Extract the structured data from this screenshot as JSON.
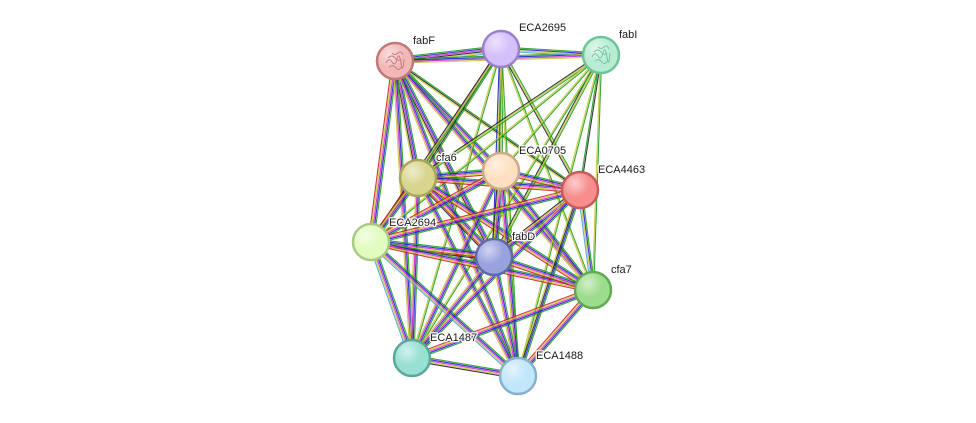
{
  "network": {
    "nodes": [
      {
        "id": "fabF",
        "label": "fabF",
        "fill": "#f2b8b8",
        "stroke": "#c07878",
        "has_structure": true
      },
      {
        "id": "ECA2695",
        "label": "ECA2695",
        "fill": "#d4c0fa",
        "stroke": "#9a80cc",
        "has_structure": false
      },
      {
        "id": "fabI",
        "label": "fabI",
        "fill": "#b9ecd4",
        "stroke": "#6cc49a",
        "has_structure": true
      },
      {
        "id": "cfa6",
        "label": "cfa6",
        "fill": "#d8d68e",
        "stroke": "#a8a45a",
        "has_structure": false
      },
      {
        "id": "ECA0705",
        "label": "ECA0705",
        "fill": "#fde0c2",
        "stroke": "#ceaa86",
        "has_structure": false
      },
      {
        "id": "ECA4463",
        "label": "ECA4463",
        "fill": "#f78e8e",
        "stroke": "#c85a5a",
        "has_structure": false
      },
      {
        "id": "ECA2694",
        "label": "ECA2694",
        "fill": "#e2fcc0",
        "stroke": "#a8ca86",
        "has_structure": false
      },
      {
        "id": "fabD",
        "label": "fabD",
        "fill": "#9aa2de",
        "stroke": "#6068aa",
        "has_structure": false
      },
      {
        "id": "cfa7",
        "label": "cfa7",
        "fill": "#9ddc8c",
        "stroke": "#62a852",
        "has_structure": false
      },
      {
        "id": "ECA1487",
        "label": "ECA1487",
        "fill": "#98e0d2",
        "stroke": "#5aa898",
        "has_structure": false
      },
      {
        "id": "ECA1488",
        "label": "ECA1488",
        "fill": "#c2e6fa",
        "stroke": "#86b0ce",
        "has_structure": false
      }
    ],
    "edges": [
      {
        "source": "fabF",
        "target": "ECA2695",
        "colors": [
          "#1f9c1f",
          "#1d1dcc",
          "#cc2bcc",
          "#222222",
          "#c8c83a",
          "#4aa0e0"
        ]
      },
      {
        "source": "fabF",
        "target": "fabI",
        "colors": [
          "#1f9c1f",
          "#1d1dcc",
          "#cc2bcc",
          "#c8c83a"
        ]
      },
      {
        "source": "fabF",
        "target": "cfa6",
        "colors": [
          "#1f9c1f",
          "#1d1dcc",
          "#cc2bcc",
          "#222222",
          "#c8c83a"
        ]
      },
      {
        "source": "fabF",
        "target": "ECA0705",
        "colors": [
          "#1f9c1f",
          "#1d1dcc",
          "#cc2bcc",
          "#c8c83a"
        ]
      },
      {
        "source": "fabF",
        "target": "ECA4463",
        "colors": [
          "#1f9c1f",
          "#222222",
          "#c8c83a"
        ]
      },
      {
        "source": "fabF",
        "target": "ECA2694",
        "colors": [
          "#1f9c1f",
          "#1d1dcc",
          "#cc2bcc",
          "#c8c83a",
          "#cc2222"
        ]
      },
      {
        "source": "fabF",
        "target": "fabD",
        "colors": [
          "#1f9c1f",
          "#1d1dcc",
          "#cc2bcc",
          "#222222",
          "#c8c83a"
        ]
      },
      {
        "source": "fabF",
        "target": "cfa7",
        "colors": [
          "#1f9c1f",
          "#1d1dcc",
          "#cc2bcc",
          "#c8c83a"
        ]
      },
      {
        "source": "fabF",
        "target": "ECA1487",
        "colors": [
          "#1f9c1f",
          "#1d1dcc",
          "#cc2bcc",
          "#c8c83a"
        ]
      },
      {
        "source": "fabF",
        "target": "ECA1488",
        "colors": [
          "#1f9c1f",
          "#1d1dcc",
          "#cc2bcc",
          "#c8c83a"
        ]
      },
      {
        "source": "ECA2695",
        "target": "fabI",
        "colors": [
          "#1f9c1f",
          "#1d1dcc",
          "#c8c83a",
          "#4aa0e0"
        ]
      },
      {
        "source": "ECA2695",
        "target": "cfa6",
        "colors": [
          "#1f9c1f",
          "#222222",
          "#c8c83a",
          "#cc2bcc"
        ]
      },
      {
        "source": "ECA2695",
        "target": "ECA0705",
        "colors": [
          "#1f9c1f",
          "#c8c83a",
          "#1d1dcc"
        ]
      },
      {
        "source": "ECA2695",
        "target": "ECA4463",
        "colors": [
          "#1f9c1f",
          "#c8c83a",
          "#222222"
        ]
      },
      {
        "source": "ECA2695",
        "target": "ECA2694",
        "colors": [
          "#1f9c1f",
          "#c8c83a",
          "#222222"
        ]
      },
      {
        "source": "ECA2695",
        "target": "fabD",
        "colors": [
          "#1f9c1f",
          "#c8c83a",
          "#1d1dcc"
        ]
      },
      {
        "source": "ECA2695",
        "target": "cfa7",
        "colors": [
          "#1f9c1f",
          "#c8c83a"
        ]
      },
      {
        "source": "ECA2695",
        "target": "ECA1487",
        "colors": [
          "#1f9c1f",
          "#c8c83a"
        ]
      },
      {
        "source": "ECA2695",
        "target": "ECA1488",
        "colors": [
          "#1f9c1f",
          "#c8c83a"
        ]
      },
      {
        "source": "fabI",
        "target": "cfa6",
        "colors": [
          "#1f9c1f",
          "#c8c83a",
          "#222222"
        ]
      },
      {
        "source": "fabI",
        "target": "ECA0705",
        "colors": [
          "#1f9c1f",
          "#c8c83a"
        ]
      },
      {
        "source": "fabI",
        "target": "ECA4463",
        "colors": [
          "#222222",
          "#1f9c1f"
        ]
      },
      {
        "source": "fabI",
        "target": "ECA2694",
        "colors": [
          "#1f9c1f",
          "#c8c83a"
        ]
      },
      {
        "source": "fabI",
        "target": "fabD",
        "colors": [
          "#1f9c1f",
          "#c8c83a",
          "#222222"
        ]
      },
      {
        "source": "fabI",
        "target": "cfa7",
        "colors": [
          "#1f9c1f",
          "#c8c83a"
        ]
      },
      {
        "source": "fabI",
        "target": "ECA1487",
        "colors": [
          "#1f9c1f",
          "#c8c83a"
        ]
      },
      {
        "source": "fabI",
        "target": "ECA1488",
        "colors": [
          "#1f9c1f",
          "#c8c83a"
        ]
      },
      {
        "source": "cfa6",
        "target": "ECA0705",
        "colors": [
          "#1f9c1f",
          "#1d1dcc",
          "#cc2bcc",
          "#c8c83a",
          "#cc2222"
        ]
      },
      {
        "source": "cfa6",
        "target": "ECA4463",
        "colors": [
          "#1f9c1f",
          "#1d1dcc",
          "#cc2bcc",
          "#c8c83a",
          "#cc2222"
        ]
      },
      {
        "source": "cfa6",
        "target": "ECA2694",
        "colors": [
          "#1f9c1f",
          "#1d1dcc",
          "#cc2bcc",
          "#c8c83a",
          "#cc2222"
        ]
      },
      {
        "source": "cfa6",
        "target": "fabD",
        "colors": [
          "#1f9c1f",
          "#1d1dcc",
          "#cc2bcc",
          "#c8c83a",
          "#cc2222",
          "#222222"
        ]
      },
      {
        "source": "cfa6",
        "target": "cfa7",
        "colors": [
          "#1f9c1f",
          "#1d1dcc",
          "#cc2bcc",
          "#c8c83a",
          "#cc2222"
        ]
      },
      {
        "source": "cfa6",
        "target": "ECA1487",
        "colors": [
          "#1f9c1f",
          "#1d1dcc",
          "#cc2bcc",
          "#c8c83a"
        ]
      },
      {
        "source": "cfa6",
        "target": "ECA1488",
        "colors": [
          "#1f9c1f",
          "#1d1dcc",
          "#cc2bcc",
          "#c8c83a"
        ]
      },
      {
        "source": "ECA0705",
        "target": "ECA4463",
        "colors": [
          "#1f9c1f",
          "#1d1dcc",
          "#cc2bcc",
          "#c8c83a",
          "#cc2222"
        ]
      },
      {
        "source": "ECA0705",
        "target": "ECA2694",
        "colors": [
          "#1f9c1f",
          "#1d1dcc",
          "#cc2bcc",
          "#c8c83a",
          "#cc2222"
        ]
      },
      {
        "source": "ECA0705",
        "target": "fabD",
        "colors": [
          "#1f9c1f",
          "#1d1dcc",
          "#cc2bcc",
          "#c8c83a",
          "#222222"
        ]
      },
      {
        "source": "ECA0705",
        "target": "cfa7",
        "colors": [
          "#1f9c1f",
          "#1d1dcc",
          "#cc2bcc",
          "#c8c83a"
        ]
      },
      {
        "source": "ECA0705",
        "target": "ECA1487",
        "colors": [
          "#1f9c1f",
          "#1d1dcc",
          "#cc2bcc",
          "#c8c83a"
        ]
      },
      {
        "source": "ECA0705",
        "target": "ECA1488",
        "colors": [
          "#1f9c1f",
          "#1d1dcc",
          "#cc2bcc",
          "#c8c83a"
        ]
      },
      {
        "source": "ECA4463",
        "target": "ECA2694",
        "colors": [
          "#1f9c1f",
          "#1d1dcc",
          "#cc2bcc",
          "#c8c83a",
          "#cc2222"
        ]
      },
      {
        "source": "ECA4463",
        "target": "fabD",
        "colors": [
          "#1f9c1f",
          "#1d1dcc",
          "#cc2bcc",
          "#c8c83a",
          "#222222"
        ]
      },
      {
        "source": "ECA4463",
        "target": "cfa7",
        "colors": [
          "#1f9c1f",
          "#1d1dcc",
          "#c8c83a",
          "#4aa0e0"
        ]
      },
      {
        "source": "ECA4463",
        "target": "ECA1487",
        "colors": [
          "#1f9c1f",
          "#1d1dcc",
          "#cc2bcc",
          "#c8c83a"
        ]
      },
      {
        "source": "ECA4463",
        "target": "ECA1488",
        "colors": [
          "#1f9c1f",
          "#1d1dcc",
          "#222222",
          "#c8c83a"
        ]
      },
      {
        "source": "ECA2694",
        "target": "fabD",
        "colors": [
          "#1f9c1f",
          "#1d1dcc",
          "#cc2bcc",
          "#c8c83a",
          "#cc2222",
          "#222222"
        ]
      },
      {
        "source": "ECA2694",
        "target": "cfa7",
        "colors": [
          "#1f9c1f",
          "#1d1dcc",
          "#cc2bcc",
          "#c8c83a",
          "#cc2222"
        ]
      },
      {
        "source": "ECA2694",
        "target": "ECA1487",
        "colors": [
          "#1f9c1f",
          "#1d1dcc",
          "#cc2bcc",
          "#c8c83a",
          "#4aa0e0"
        ]
      },
      {
        "source": "ECA2694",
        "target": "ECA1488",
        "colors": [
          "#1f9c1f",
          "#1d1dcc",
          "#cc2bcc",
          "#c8c83a",
          "#4aa0e0"
        ]
      },
      {
        "source": "fabD",
        "target": "cfa7",
        "colors": [
          "#1f9c1f",
          "#1d1dcc",
          "#cc2bcc",
          "#c8c83a",
          "#cc2222"
        ]
      },
      {
        "source": "fabD",
        "target": "ECA1487",
        "colors": [
          "#1f9c1f",
          "#1d1dcc",
          "#cc2bcc",
          "#c8c83a"
        ]
      },
      {
        "source": "fabD",
        "target": "ECA1488",
        "colors": [
          "#1f9c1f",
          "#1d1dcc",
          "#cc2bcc",
          "#c8c83a"
        ]
      },
      {
        "source": "cfa7",
        "target": "ECA1487",
        "colors": [
          "#1f9c1f",
          "#1d1dcc",
          "#cc2bcc",
          "#c8c83a",
          "#cc2222"
        ]
      },
      {
        "source": "cfa7",
        "target": "ECA1488",
        "colors": [
          "#1f9c1f",
          "#1d1dcc",
          "#cc2bcc",
          "#c8c83a",
          "#cc2222"
        ]
      },
      {
        "source": "ECA1487",
        "target": "ECA1488",
        "colors": [
          "#1f9c1f",
          "#1d1dcc",
          "#cc2bcc",
          "#c8c83a",
          "#222222"
        ]
      }
    ]
  }
}
